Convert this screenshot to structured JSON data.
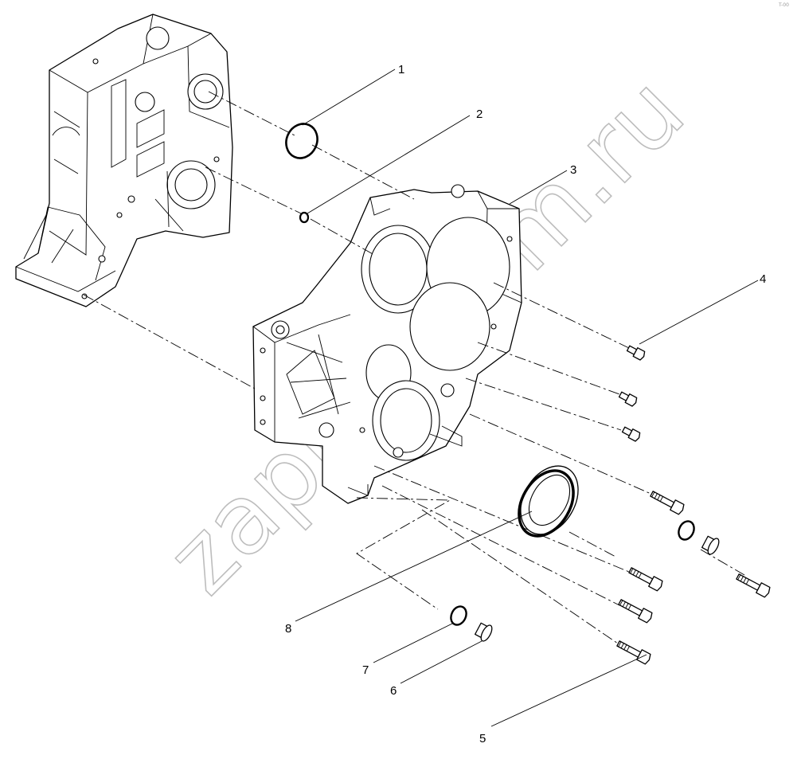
{
  "diagram": {
    "callouts": [
      {
        "id": 1,
        "label": "1"
      },
      {
        "id": 2,
        "label": "2"
      },
      {
        "id": 3,
        "label": "3"
      },
      {
        "id": 4,
        "label": "4"
      },
      {
        "id": 5,
        "label": "5"
      },
      {
        "id": 6,
        "label": "6"
      },
      {
        "id": 7,
        "label": "7"
      },
      {
        "id": 8,
        "label": "8"
      }
    ],
    "watermark": "zapres.com.ru",
    "corner_mark": "T-00"
  }
}
